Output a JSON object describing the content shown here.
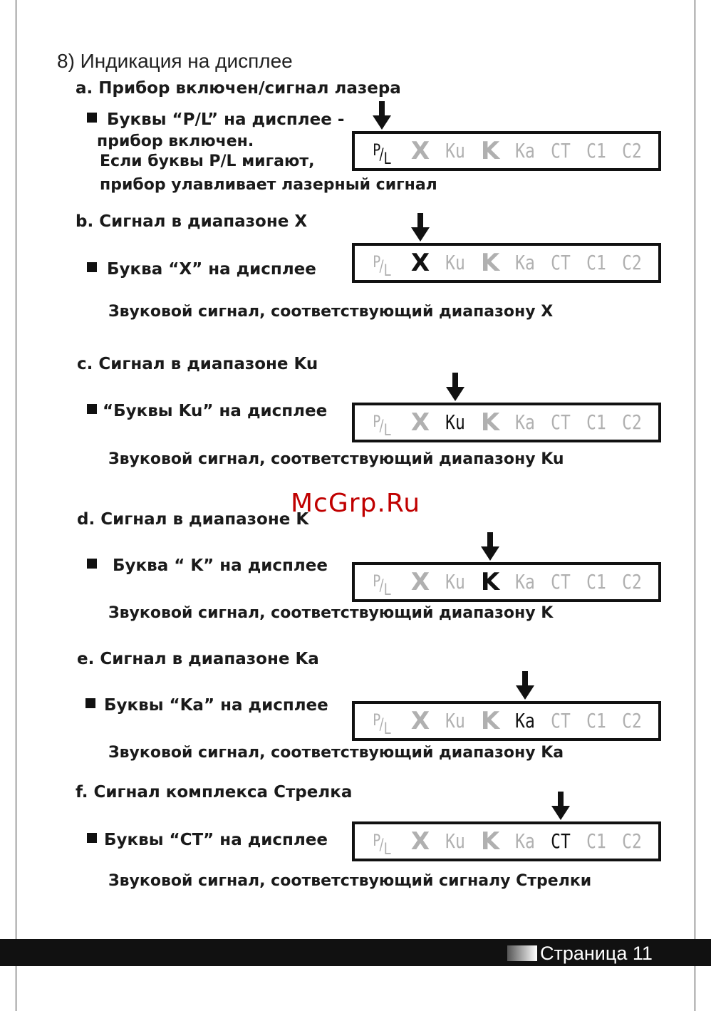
{
  "heading": "8) Индикация на дисплее",
  "display_labels": {
    "pl_p": "P",
    "pl_slash": "/",
    "pl_l": "L",
    "x": "X",
    "ku": "Ku",
    "k": "K",
    "ka": "Ka",
    "ct": "CT",
    "c1": "C1",
    "c2": "C2"
  },
  "sections": {
    "a": {
      "title": "a. Прибор включен/сигнал лазера",
      "bullet": "Буквы “P/L” на дисплее -",
      "lines": [
        "прибор включен.",
        "Если буквы P/L мигают,",
        "прибор улавливает лазерный сигнал"
      ],
      "active": "pl"
    },
    "b": {
      "title": "b.  Сигнал  в диапазоне X",
      "bullet": "Буква “X” на дисплее",
      "sound": "Звуковой сигнал, соответствующий диапазону X",
      "active": "x"
    },
    "c": {
      "title": "c. Сигнал в диапазоне Ku",
      "bullet": "“Буквы Ku” на дисплее",
      "sound": "Звуковой сигнал, соответствующий диапазону Ku",
      "active": "ku"
    },
    "d": {
      "title": "d. Сигнал в диапазоне K",
      "bullet": " Буква “ K” на дисплее",
      "sound": "Звуковой сигнал, соответствующий диапазону K",
      "active": "k"
    },
    "e": {
      "title": "e. Сигнал в диапазоне Ka",
      "bullet": "Буквы “Ka” на дисплее",
      "sound": "Звуковой сигнал, соответствующий диапазону Ka",
      "active": "ka"
    },
    "f": {
      "title": "f. Сигнал комплекса Стрелка",
      "bullet": "Буквы “CT” на дисплее",
      "sound": "Звуковой сигнал, соответствующий сигналу Стрелки",
      "active": "ct"
    }
  },
  "watermark": "McGrp.Ru",
  "footer": {
    "page_label": "Страница 11"
  },
  "colors": {
    "lit": "#111111",
    "unlit": "#b0b0b0",
    "watermark": "#c00000"
  }
}
